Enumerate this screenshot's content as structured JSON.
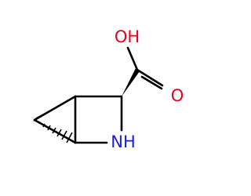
{
  "atoms": {
    "oxygen_hydroxyl": {
      "label": "OH",
      "color": "#e8001c"
    },
    "oxygen_carbonyl": {
      "label": "O",
      "color": "#e8001c"
    },
    "nitrogen": {
      "label": "NH",
      "color": "#1b1bd8"
    }
  },
  "bond_color": "#000000"
}
